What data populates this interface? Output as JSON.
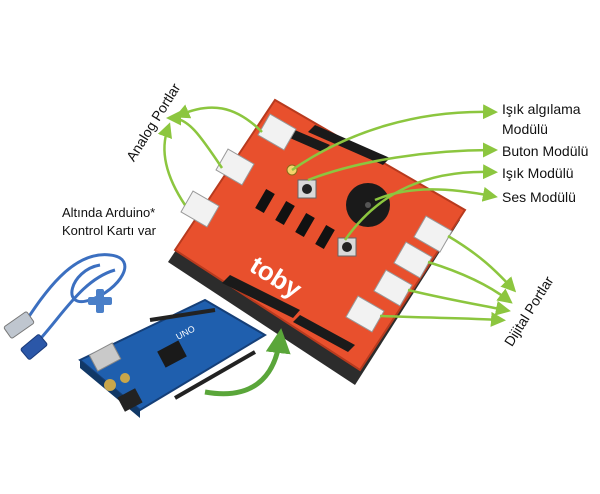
{
  "labels": {
    "analog_ports": "Analog Portlar",
    "digital_ports": "Dijital Portlar",
    "arduino_note_line1": "Altında Arduino*",
    "arduino_note_line2": "Kontrol Kartı var",
    "light_sensor_line1": "Işık algılama",
    "light_sensor_line2": "Modülü",
    "button_module": "Buton  Modülü",
    "light_module": "Işık  Modülü",
    "sound_module": "Ses Modülü"
  },
  "board": {
    "brand_text": "toby",
    "arduino_text": "UNO"
  },
  "colors": {
    "arrow": "#8cc63f",
    "shield": "#e8502d",
    "arduino": "#1f5fae",
    "plus": "#4a7fc8",
    "cable": "#3b6fc0"
  }
}
